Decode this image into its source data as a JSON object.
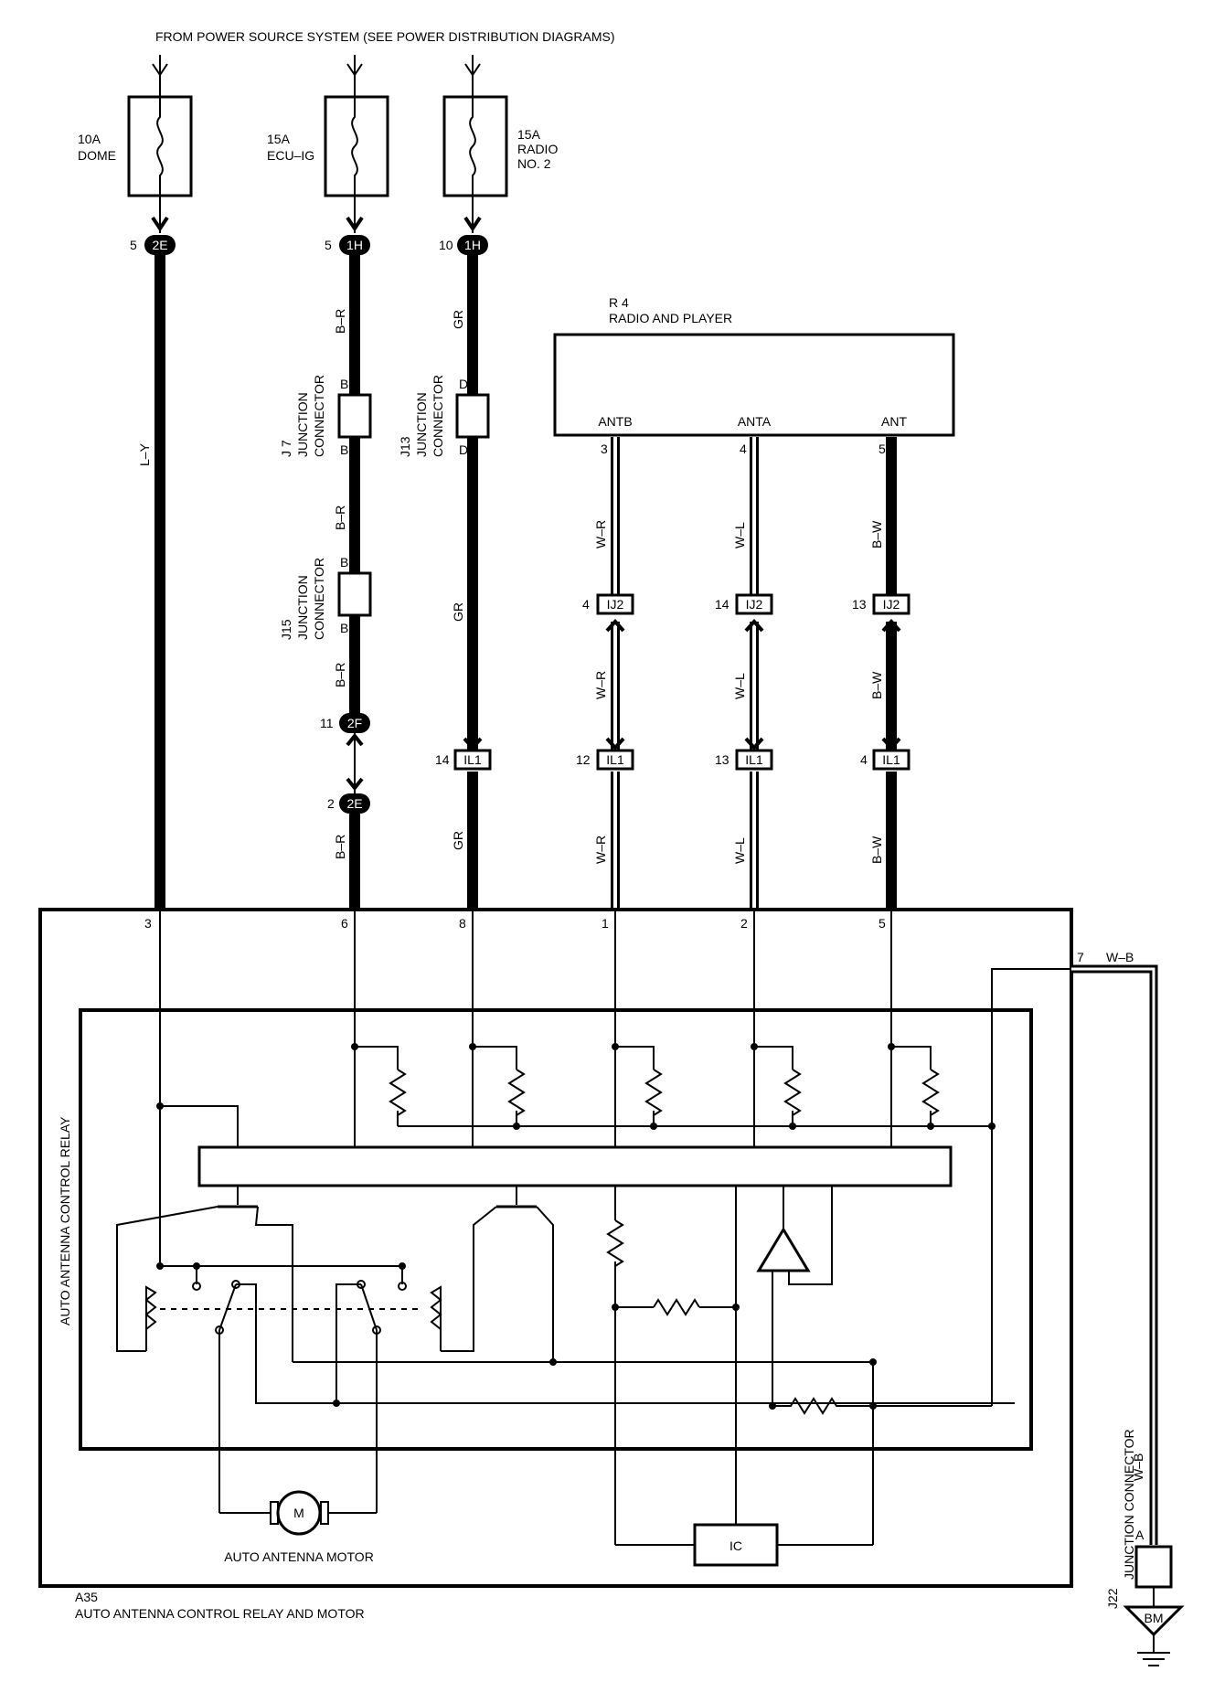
{
  "header": {
    "source_text": "FROM POWER SOURCE SYSTEM (SEE POWER DISTRIBUTION DIAGRAMS)"
  },
  "fuses": [
    {
      "amp": "10A",
      "name": "DOME",
      "name2": ""
    },
    {
      "amp": "15A",
      "name": "ECU–IG",
      "name2": ""
    },
    {
      "amp": "15A",
      "name": "RADIO",
      "name2": "NO. 2"
    }
  ],
  "connectors_top": [
    {
      "pin": "5",
      "code": "2E"
    },
    {
      "pin": "5",
      "code": "1H"
    },
    {
      "pin": "10",
      "code": "1H"
    }
  ],
  "wire_colors": {
    "dome": "L–Y",
    "ecu_1": "B–R",
    "ecu_2": "B–R",
    "ecu_3": "B–R",
    "ecu_4": "B–R",
    "radio_1": "GR",
    "radio_2": "GR",
    "radio_3": "GR",
    "antb_1": "W–R",
    "antb_2": "W–R",
    "antb_3": "W–R",
    "anta_1": "W–L",
    "anta_2": "W–L",
    "anta_3": "W–L",
    "ant_1": "B–W",
    "ant_2": "B–W",
    "ant_3": "B–W",
    "ground": "W–B"
  },
  "junctions": {
    "j7": {
      "id": "J 7",
      "line1": "JUNCTION",
      "line2": "CONNECTOR",
      "pin_top": "B",
      "pin_bottom": "B"
    },
    "j15": {
      "id": "J15",
      "line1": "JUNCTION",
      "line2": "CONNECTOR",
      "pin_top": "B",
      "pin_bottom": "B"
    },
    "j13": {
      "id": "J13",
      "line1": "JUNCTION",
      "line2": "CONNECTOR",
      "pin_top": "D",
      "pin_bottom": "D"
    },
    "j22": {
      "id": "J22",
      "line1": "JUNCTION CONNECTOR",
      "pin": "A"
    }
  },
  "connector_2f": {
    "pin": "11",
    "code": "2F"
  },
  "connector_2e_low": {
    "pin": "2",
    "code": "2E"
  },
  "radio_unit": {
    "id": "R 4",
    "name": "RADIO AND PLAYER",
    "terminals": [
      {
        "name": "ANTB",
        "pin": "3"
      },
      {
        "name": "ANTA",
        "pin": "4"
      },
      {
        "name": "ANT",
        "pin": "5"
      }
    ]
  },
  "ij2": [
    {
      "pin": "4",
      "code": "IJ2"
    },
    {
      "pin": "14",
      "code": "IJ2"
    },
    {
      "pin": "13",
      "code": "IJ2"
    }
  ],
  "il1": [
    {
      "pin": "14",
      "code": "IL1"
    },
    {
      "pin": "12",
      "code": "IL1"
    },
    {
      "pin": "13",
      "code": "IL1"
    },
    {
      "pin": "4",
      "code": "IL1"
    }
  ],
  "relay_pins": [
    "3",
    "6",
    "8",
    "1",
    "2",
    "5"
  ],
  "ground_pin": "7",
  "relay_label": "AUTO ANTENNA CONTROL RELAY",
  "motor": {
    "symbol": "M",
    "label": "AUTO ANTENNA MOTOR"
  },
  "ic_label": "IC",
  "ground_point": "BM",
  "component": {
    "id": "A35",
    "name": "AUTO ANTENNA CONTROL RELAY AND MOTOR"
  }
}
